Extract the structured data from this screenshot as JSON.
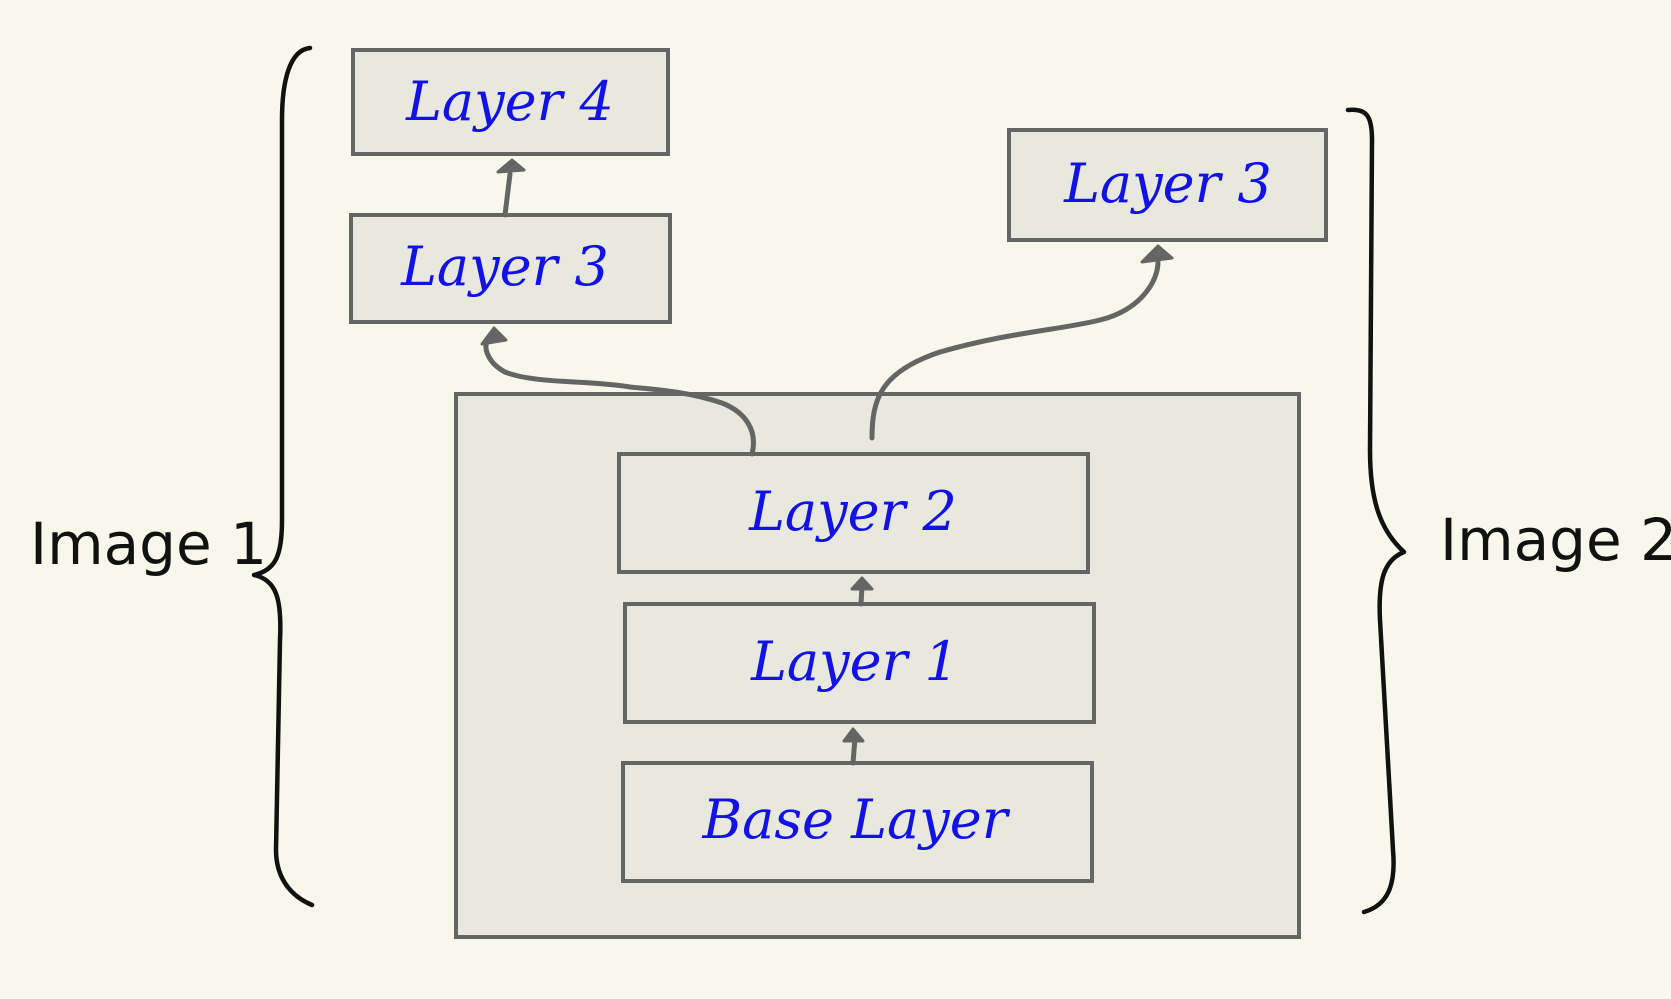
{
  "diagram": {
    "image_labels": {
      "image1": "Image 1",
      "image2": "Image 2"
    },
    "layers": {
      "image1_layer4": "Layer 4",
      "image1_layer3": "Layer 3",
      "image2_layer3": "Layer 3",
      "shared_layer2": "Layer 2",
      "shared_layer1": "Layer 1",
      "shared_base": "Base Layer"
    },
    "colors": {
      "background": "#f8f7eb",
      "box_fill": "#e8e8de",
      "box_stroke": "#656565",
      "layer_text": "#1212e6",
      "brace_text": "#111111"
    }
  }
}
